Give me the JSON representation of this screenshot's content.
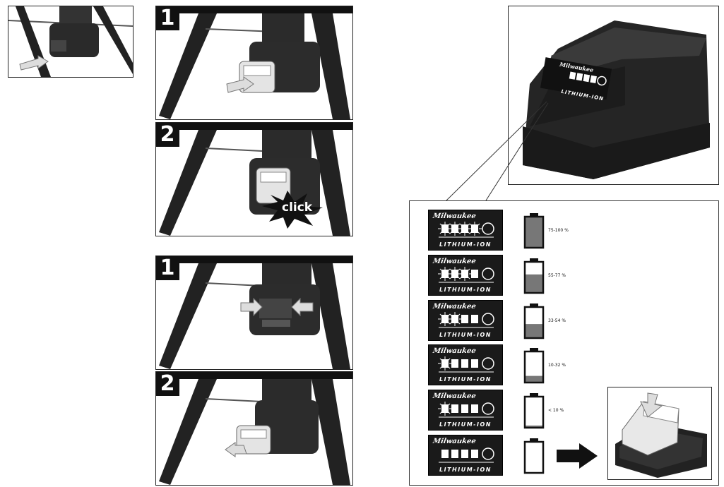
{
  "steps": {
    "insert": [
      "1",
      "2"
    ],
    "remove": [
      "1",
      "2"
    ]
  },
  "click_label": "click",
  "badge": {
    "brand": "Milwaukee",
    "line": "LITHIUM-ION"
  },
  "battery_brand": {
    "brand": "Milwaukee",
    "line": "LITHIUM-ION"
  },
  "charge_levels": [
    {
      "percent": "75-100 %",
      "fill": 1.0,
      "lit_leds": 4
    },
    {
      "percent": "55-77 %",
      "fill": 0.6,
      "lit_leds": 3
    },
    {
      "percent": "33-54 %",
      "fill": 0.45,
      "lit_leds": 2
    },
    {
      "percent": "10-32 %",
      "fill": 0.2,
      "lit_leds": 1
    },
    {
      "percent": "< 10 %",
      "fill": 0.05,
      "lit_leds": 1
    },
    {
      "percent": "",
      "fill": 0.0,
      "lit_leds": 0
    }
  ],
  "colors": {
    "fill": "#777777",
    "ink": "#111111",
    "badge": "#1a1a1a"
  }
}
